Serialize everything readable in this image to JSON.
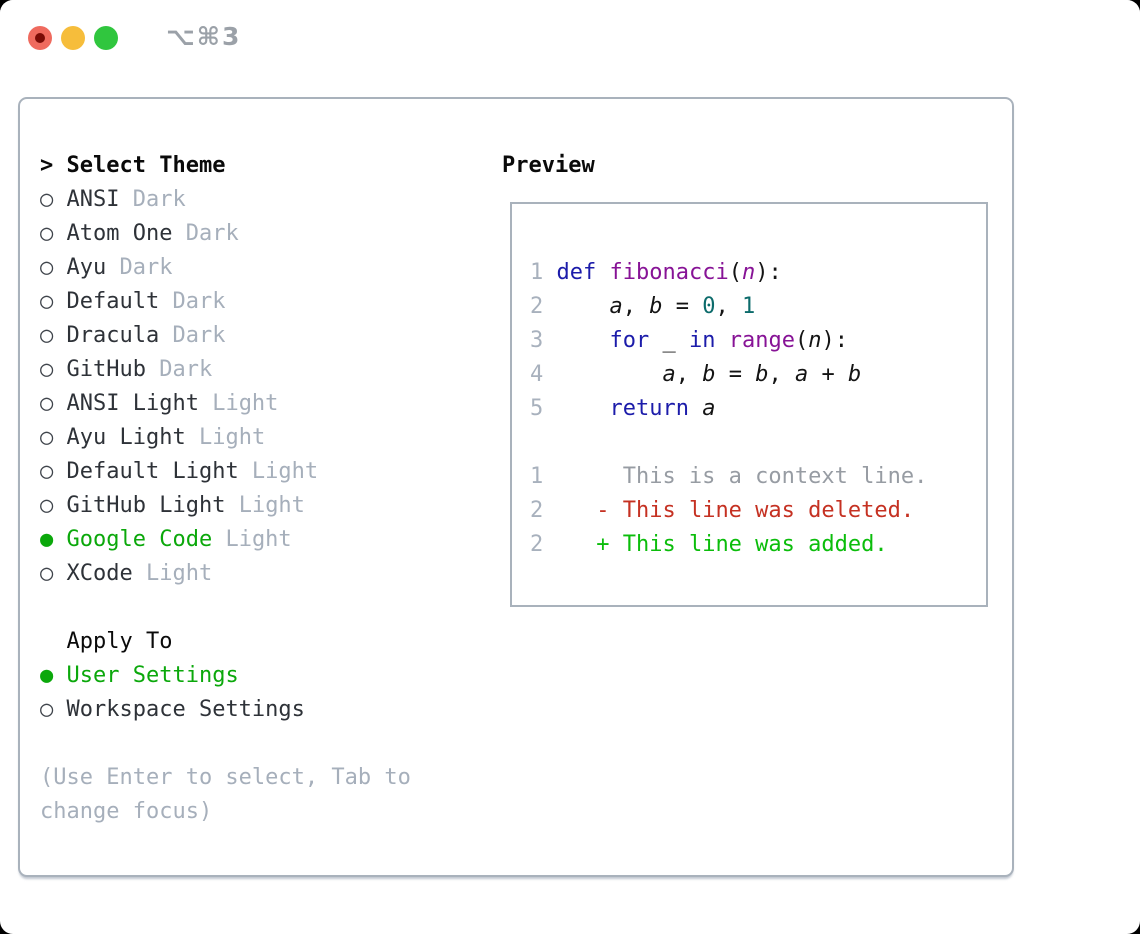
{
  "window": {
    "title": "⌥⌘3"
  },
  "icons": {
    "radio_unselected": "○",
    "radio_selected": "●",
    "focus_caret": ">"
  },
  "theme_list": {
    "header_prefix": "> ",
    "header_label": "Select Theme",
    "items": [
      {
        "name": "ANSI",
        "variant": "Dark",
        "selected": false
      },
      {
        "name": "Atom One",
        "variant": "Dark",
        "selected": false
      },
      {
        "name": "Ayu",
        "variant": "Dark",
        "selected": false
      },
      {
        "name": "Default",
        "variant": "Dark",
        "selected": false
      },
      {
        "name": "Dracula",
        "variant": "Dark",
        "selected": false
      },
      {
        "name": "GitHub",
        "variant": "Dark",
        "selected": false
      },
      {
        "name": "ANSI Light",
        "variant": "Light",
        "selected": false
      },
      {
        "name": "Ayu Light",
        "variant": "Light",
        "selected": false
      },
      {
        "name": "Default Light",
        "variant": "Light",
        "selected": false
      },
      {
        "name": "GitHub Light",
        "variant": "Light",
        "selected": false
      },
      {
        "name": "Google Code",
        "variant": "Light",
        "selected": true
      },
      {
        "name": "XCode",
        "variant": "Light",
        "selected": false
      }
    ]
  },
  "apply_to": {
    "header_label": "Apply To",
    "options": [
      {
        "name": "User Settings",
        "selected": true
      },
      {
        "name": "Workspace Settings",
        "selected": false
      }
    ]
  },
  "help": {
    "line1": "(Use Enter to select, Tab to",
    "line2": "change focus)"
  },
  "preview": {
    "header_label": "Preview",
    "python_lines": [
      {
        "num": "1",
        "tokens": [
          {
            "t": "def",
            "c": "kw"
          },
          {
            "t": " ",
            "c": "pl"
          },
          {
            "t": "fibonacci",
            "c": "fn"
          },
          {
            "t": "(",
            "c": "pl"
          },
          {
            "t": "n",
            "c": "fnv"
          },
          {
            "t": "):",
            "c": "pl"
          }
        ]
      },
      {
        "num": "2",
        "tokens": [
          {
            "t": "    ",
            "c": "pl"
          },
          {
            "t": "a",
            "c": "var"
          },
          {
            "t": ", ",
            "c": "pl"
          },
          {
            "t": "b",
            "c": "var"
          },
          {
            "t": " = ",
            "c": "pl"
          },
          {
            "t": "0",
            "c": "num"
          },
          {
            "t": ", ",
            "c": "pl"
          },
          {
            "t": "1",
            "c": "num"
          }
        ]
      },
      {
        "num": "3",
        "tokens": [
          {
            "t": "    ",
            "c": "pl"
          },
          {
            "t": "for",
            "c": "kw"
          },
          {
            "t": " ",
            "c": "pl"
          },
          {
            "t": "_",
            "c": "pl"
          },
          {
            "t": " ",
            "c": "pl"
          },
          {
            "t": "in",
            "c": "kw"
          },
          {
            "t": " ",
            "c": "pl"
          },
          {
            "t": "range",
            "c": "fn"
          },
          {
            "t": "(",
            "c": "pl"
          },
          {
            "t": "n",
            "c": "var"
          },
          {
            "t": "):",
            "c": "pl"
          }
        ]
      },
      {
        "num": "4",
        "tokens": [
          {
            "t": "        ",
            "c": "pl"
          },
          {
            "t": "a",
            "c": "var"
          },
          {
            "t": ", ",
            "c": "pl"
          },
          {
            "t": "b",
            "c": "var"
          },
          {
            "t": " = ",
            "c": "pl"
          },
          {
            "t": "b",
            "c": "var"
          },
          {
            "t": ", ",
            "c": "pl"
          },
          {
            "t": "a",
            "c": "var"
          },
          {
            "t": " + ",
            "c": "pl"
          },
          {
            "t": "b",
            "c": "var"
          }
        ]
      },
      {
        "num": "5",
        "tokens": [
          {
            "t": "    ",
            "c": "pl"
          },
          {
            "t": "return",
            "c": "kw"
          },
          {
            "t": " ",
            "c": "pl"
          },
          {
            "t": "a",
            "c": "var"
          }
        ]
      }
    ],
    "diff_lines": [
      {
        "num": "1",
        "tokens": [
          {
            "t": "     This is a context line.",
            "c": "ctx"
          }
        ]
      },
      {
        "num": "2",
        "tokens": [
          {
            "t": "   ",
            "c": "pl"
          },
          {
            "t": "- This line was deleted.",
            "c": "del"
          }
        ]
      },
      {
        "num": "2",
        "tokens": [
          {
            "t": "   ",
            "c": "pl"
          },
          {
            "t": "+ This line was added.",
            "c": "add"
          }
        ]
      }
    ]
  },
  "colors": {
    "traffic_red": "#EF6A5E",
    "traffic_red_dot": "#7A0B06",
    "traffic_yellow": "#F6BD3B",
    "traffic_green": "#30C63E",
    "titlebar_text": "#9BA1A8",
    "border": "#A9B2BC",
    "text_primary": "#2E3238",
    "text_muted": "#A6AFBB",
    "heading": "#0A0A0A",
    "selected_green": "#0BA80B",
    "syntax_keyword": "#1C1CAA",
    "syntax_function": "#871396",
    "syntax_number": "#0C6B6B",
    "syntax_plain": "#141414",
    "diff_context": "#979CA3",
    "diff_deleted": "#C53122",
    "diff_added": "#0BBD0B",
    "gutter": "#A8B1BD"
  }
}
